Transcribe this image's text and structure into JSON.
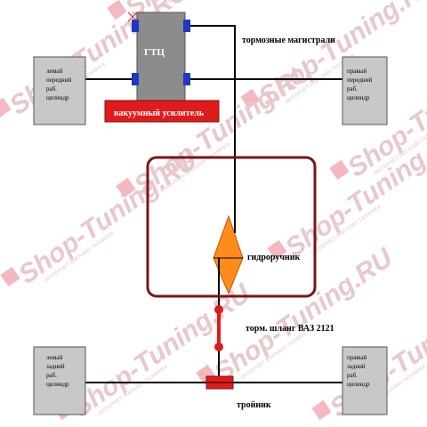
{
  "labels": {
    "gtc": "ГТЦ",
    "vacuum_booster": "вакуумный усилитель",
    "brake_lines": "тормозные магистрали",
    "hydro_handbrake": "гидроручник",
    "brake_hose": "торм. шланг ВАЗ 2121",
    "tee": "тройник"
  },
  "cylinders": {
    "front_left": [
      "левый",
      "передний",
      "раб.",
      "цилиндр"
    ],
    "front_right": [
      "правый",
      "передний",
      "раб.",
      "цилиндр"
    ],
    "rear_left": [
      "левый",
      "задний",
      "раб.",
      "цилиндр"
    ],
    "rear_right": [
      "правый",
      "задний",
      "раб.",
      "цилиндр"
    ]
  },
  "watermark": {
    "text": "Shop-Tuning.RU",
    "subtext": "ИНТЕРНЕТ-МАГАЗИН ТЮНИНГА"
  },
  "colors": {
    "gray_box": "#c8c8c8",
    "gtc_body": "#8c8c8c",
    "gtc_port": "#1f38c4",
    "booster": "#e01b1b",
    "handbrake_frame": "#7a1515",
    "handbrake_diamond": "#ff8c1a",
    "hose": "#e01b1b",
    "line": "#000000",
    "watermark": "#e8c8cc"
  }
}
